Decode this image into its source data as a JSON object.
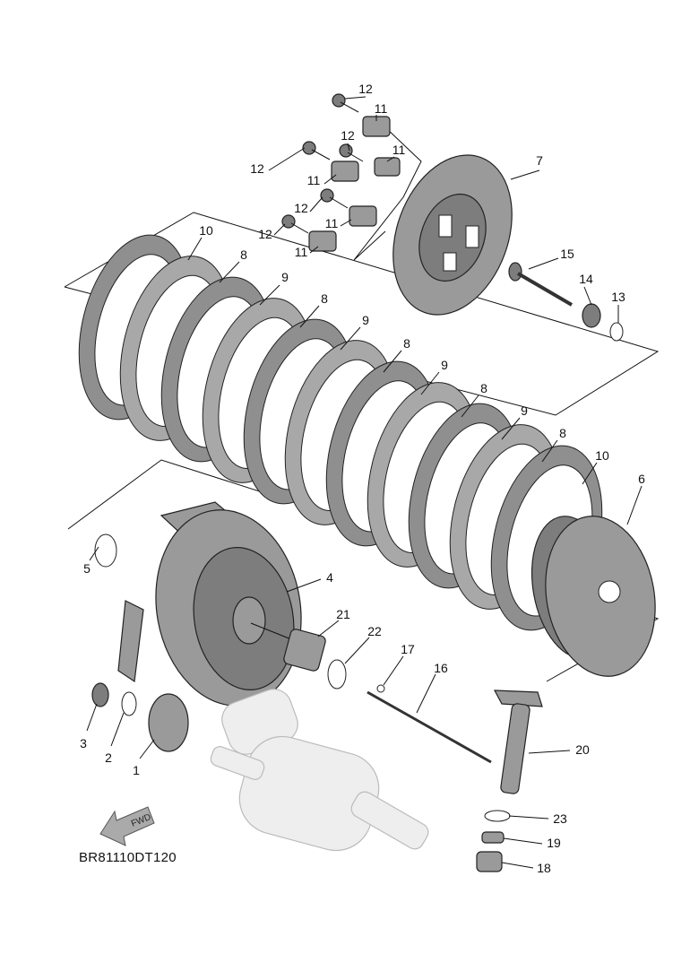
{
  "diagram_code": "BR81110DT120",
  "fwd_label": "FWD",
  "callouts": [
    "12",
    "11",
    "12",
    "11",
    "12",
    "11",
    "12",
    "11",
    "12",
    "11",
    "7",
    "10",
    "8",
    "9",
    "8",
    "9",
    "15",
    "14",
    "13",
    "8",
    "9",
    "8",
    "9",
    "8",
    "10",
    "6",
    "5",
    "4",
    "21",
    "22",
    "17",
    "16",
    "3",
    "2",
    "1",
    "20",
    "23",
    "19",
    "18"
  ],
  "plate_count": 11
}
